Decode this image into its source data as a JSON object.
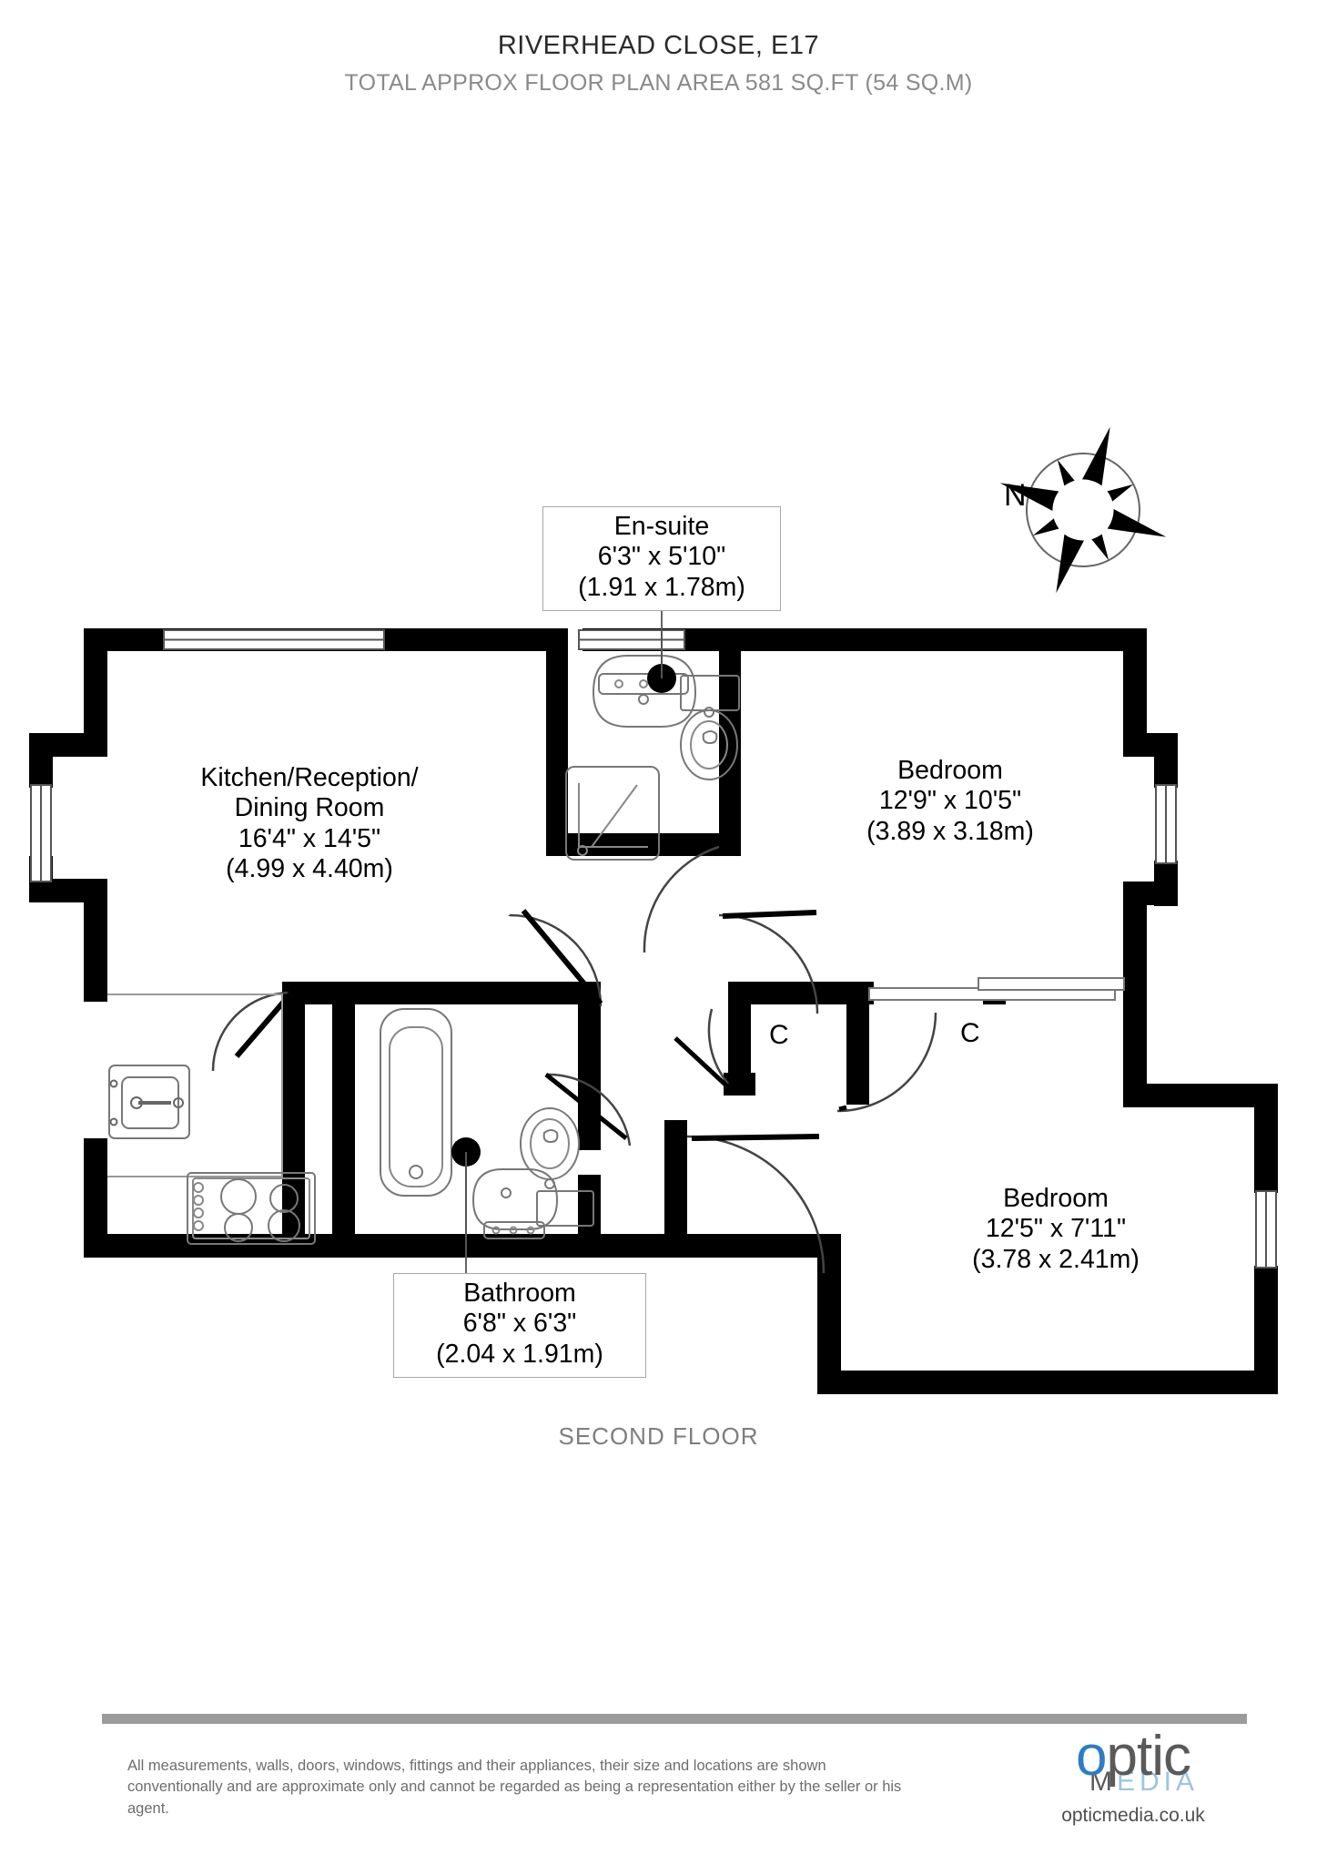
{
  "header": {
    "title": "RIVERHEAD CLOSE, E17",
    "subtitle": "TOTAL APPROX FLOOR PLAN AREA 581 SQ.FT (54 SQ.M)"
  },
  "floor_caption": "SECOND FLOOR",
  "compass": {
    "north_label": "N",
    "icon": "compass-rose-icon"
  },
  "rooms": [
    {
      "id": "ensuite",
      "name": "En-suite",
      "dim_imperial": "6'3\" x 5'10\"",
      "dim_metric": "(1.91 x 1.78m)",
      "boxed": true
    },
    {
      "id": "kitchen-reception-dining",
      "name_line1": "Kitchen/Reception/",
      "name_line2": "Dining Room",
      "dim_imperial": "16'4\" x 14'5\"",
      "dim_metric": "(4.99 x 4.40m)",
      "boxed": false
    },
    {
      "id": "bedroom-1",
      "name": "Bedroom",
      "dim_imperial": "12'9\" x 10'5\"",
      "dim_metric": "(3.89 x 3.18m)",
      "boxed": false
    },
    {
      "id": "bedroom-2",
      "name": "Bedroom",
      "dim_imperial": "12'5\" x 7'11\"",
      "dim_metric": "(3.78 x 2.41m)",
      "boxed": false
    },
    {
      "id": "bathroom",
      "name": "Bathroom",
      "dim_imperial": "6'8\" x 6'3\"",
      "dim_metric": "(2.04 x 1.91m)",
      "boxed": true
    }
  ],
  "closets": [
    {
      "id": "closet-1",
      "label": "C"
    },
    {
      "id": "closet-2",
      "label": "C"
    }
  ],
  "fixtures": [
    "ensuite-basin-icon",
    "ensuite-toilet-icon",
    "ensuite-shower-icon",
    "bathroom-bathtub-icon",
    "bathroom-basin-icon",
    "bathroom-toilet-icon",
    "kitchen-sink-icon",
    "kitchen-hob-icon",
    "kitchen-worktop-icon"
  ],
  "footer": {
    "disclaimer": "All measurements, walls, doors, windows, fittings and their appliances, their size and locations are shown conventionally and are approximate only and cannot be regarded as being a representation either by the seller or his agent.",
    "logo": {
      "wordmark_o": "o",
      "wordmark_rest": "ptic",
      "sub_m": "M",
      "sub_edi": "EDI",
      "sub_a": "A",
      "url": "opticmedia.co.uk"
    }
  },
  "colors": {
    "wall": "#000000",
    "fixture_line": "#555555",
    "label_box_border": "#a8a8a8",
    "muted_text": "#8a8a8a",
    "rule": "#9b9b9b",
    "logo_blue": "#2d7dc4",
    "logo_light_blue": "#9ec4dd",
    "logo_gray": "#5a5a5a"
  }
}
